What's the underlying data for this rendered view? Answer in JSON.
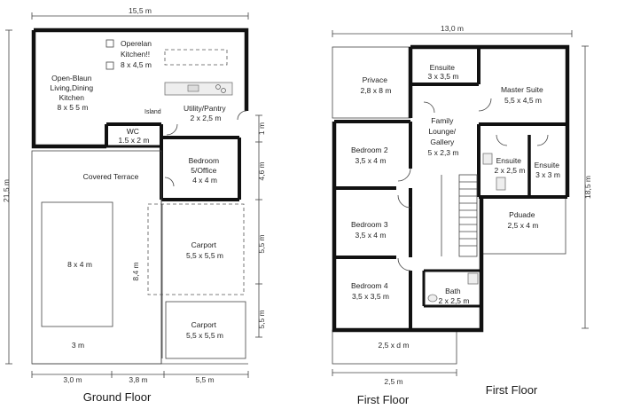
{
  "ground_floor": {
    "caption": "Ground Floor",
    "dims": {
      "top": "15,5 m",
      "left": "21,5 m",
      "b1": "3,0 m",
      "b2": "3,8 m",
      "b3": "5,5 m",
      "r1": "1 m",
      "r2": "4,6 m",
      "r3": "5,5 m",
      "r4": "5,5 m",
      "carport_side": "8,4 m",
      "pool_bottom": "3 m"
    },
    "rooms": {
      "living": [
        "Open-Blaun",
        "Living,Dining",
        "Kitchen",
        "8 x 5 5 m"
      ],
      "kitchen": [
        "Operelan",
        "Kitchen!!",
        "8 x 4,5 m"
      ],
      "island": "Island",
      "utility": [
        "Utility/Pantry",
        "2 x 2,5 m"
      ],
      "wc": [
        "WC",
        "1.5 x 2 m"
      ],
      "terrace": "Covered Terrace",
      "bedroom5": [
        "Bedroom",
        "5/Office",
        "4 x 4 m"
      ],
      "pool": "8 x 4 m",
      "carport1": [
        "Carport",
        "5,5 x 5,5 m"
      ],
      "carport2": [
        "Carport",
        "5,5 x 5,5 m"
      ]
    }
  },
  "first_floor": {
    "caption_left": "First Floor",
    "caption_right": "First Floor",
    "dims": {
      "top": "13,0 m",
      "right": "18,5 m",
      "bottom": "2,5 m"
    },
    "rooms": {
      "privace": [
        "Privace",
        "2,8 x 8 m"
      ],
      "ensuite_top": [
        "Ensuite",
        "3 x 3,5 m"
      ],
      "master": [
        "Master Suite",
        "5,5 x 4,5 m"
      ],
      "family": [
        "Family",
        "Lounge/",
        "Gallery",
        "5 x 2,3 m"
      ],
      "bedroom2": [
        "Bedroom 2",
        "3,5 x 4 m"
      ],
      "ensuite_a": [
        "Ensuite",
        "2 x 2,5 m"
      ],
      "ensuite_b": [
        "Ensuite",
        "3 x 3 m"
      ],
      "bedroom3": [
        "Bedroom 3",
        "3,5 x 4 m"
      ],
      "pduade": [
        "Pduade",
        "2,5 x 4 m"
      ],
      "bedroom4": [
        "Bedroom 4",
        "3,5 x 3,5 m"
      ],
      "bath": [
        "Bath",
        "2 x 2,5 m"
      ],
      "balcony": "2,5 x d m"
    }
  },
  "colors": {
    "wall": "#111111",
    "fixture": "#eeeeee",
    "line": "#444444"
  }
}
